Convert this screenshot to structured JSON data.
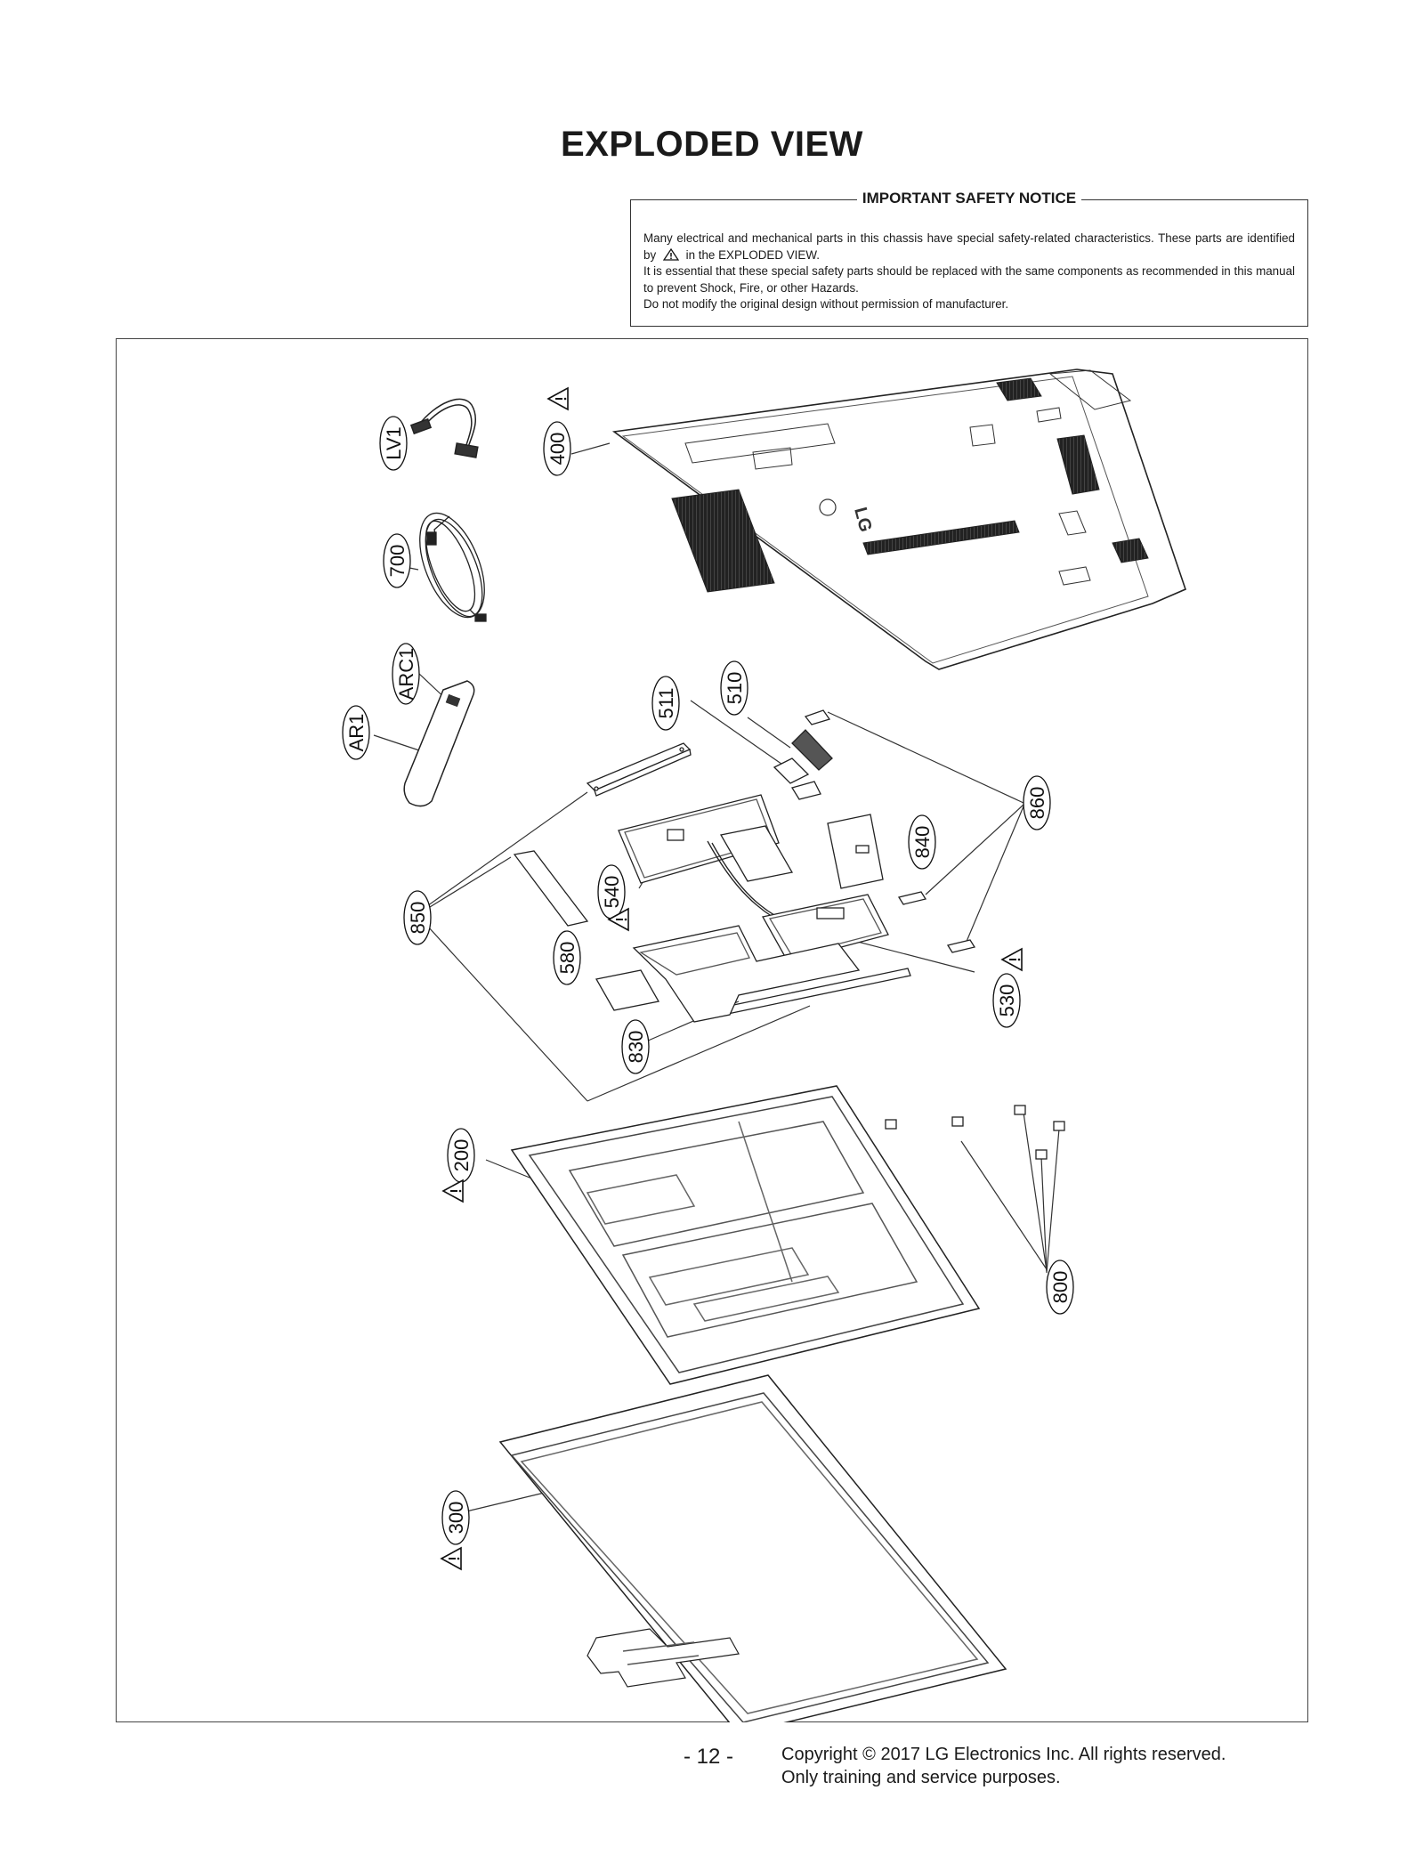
{
  "title": "EXPLODED VIEW",
  "notice": {
    "heading": "IMPORTANT SAFETY NOTICE",
    "line1a": "Many electrical and mechanical parts in this chassis have special safety-related characteristics. These parts are identified by",
    "line1b": "in the EXPLODED VIEW.",
    "line2": "It is essential that these special safety parts should be replaced with the same components as recommended in this manual to prevent Shock, Fire, or other Hazards.",
    "line3": "Do not modify the original design without permission of manufacturer."
  },
  "callouts": {
    "lv1": "LV1",
    "c400": "400",
    "c700": "700",
    "arc1": "ARC1",
    "ar1": "AR1",
    "c511": "511",
    "c510": "510",
    "c860": "860",
    "c840": "840",
    "c540": "540",
    "c850": "850",
    "c580": "580",
    "c530": "530",
    "c830": "830",
    "c200": "200",
    "c800": "800",
    "c300": "300"
  },
  "back_cover_logo": "LG",
  "footer": {
    "page_number": "- 12 -",
    "copyright_line1": "Copyright © 2017 LG Electronics Inc. All rights reserved.",
    "copyright_line2": "Only training and service purposes."
  }
}
